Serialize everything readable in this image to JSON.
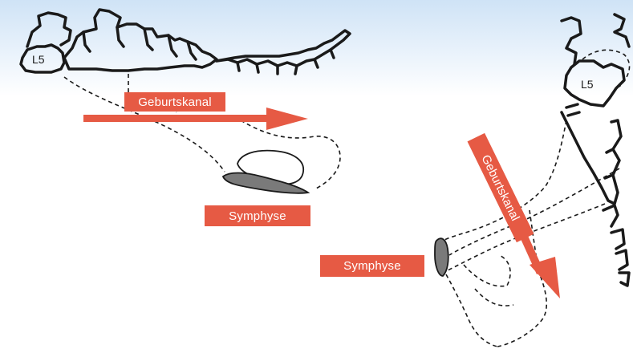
{
  "left_figure": {
    "vertebra_label": "L5",
    "canal_label": "Geburtskanal",
    "symphysis_label": "Symphyse"
  },
  "right_figure": {
    "vertebra_label": "L5",
    "canal_label": "Geburtskanal",
    "symphysis_label": "Symphyse"
  },
  "colors": {
    "accent": "#e65a44",
    "outline": "#1a1a1a",
    "bone_fill": "#7a7a7a",
    "label_text": "#ffffff"
  }
}
